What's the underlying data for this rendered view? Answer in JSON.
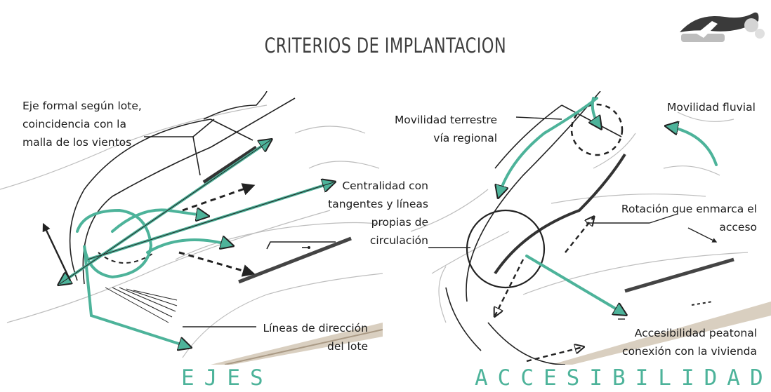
{
  "title": "CRITERIOS DE IMPLANTACION",
  "colors": {
    "accent": "#4db39a",
    "sketch": "#222222",
    "road": "#d9cfc0"
  },
  "logo": "logo-mark",
  "ejes": {
    "heading": "EJES",
    "labels": {
      "eje_formal": [
        "Eje formal según lote,",
        "coincidencia con la",
        "malla de los vientos"
      ],
      "centralidad": [
        "Centralidad con",
        "tangentes y líneas",
        "propias de",
        "circulación"
      ],
      "lineas": [
        "Líneas de dirección",
        "del lote"
      ]
    }
  },
  "accesibilidad": {
    "heading": "ACCESIBILIDAD",
    "labels": {
      "terrestre": [
        "Movilidad terrestre",
        "vía regional"
      ],
      "fluvial": "Movilidad fluvial",
      "rotacion": [
        "Rotación que enmarca el",
        "acceso"
      ],
      "peatonal": [
        "Accesibilidad peatonal",
        "conexión con la vivienda"
      ]
    }
  }
}
